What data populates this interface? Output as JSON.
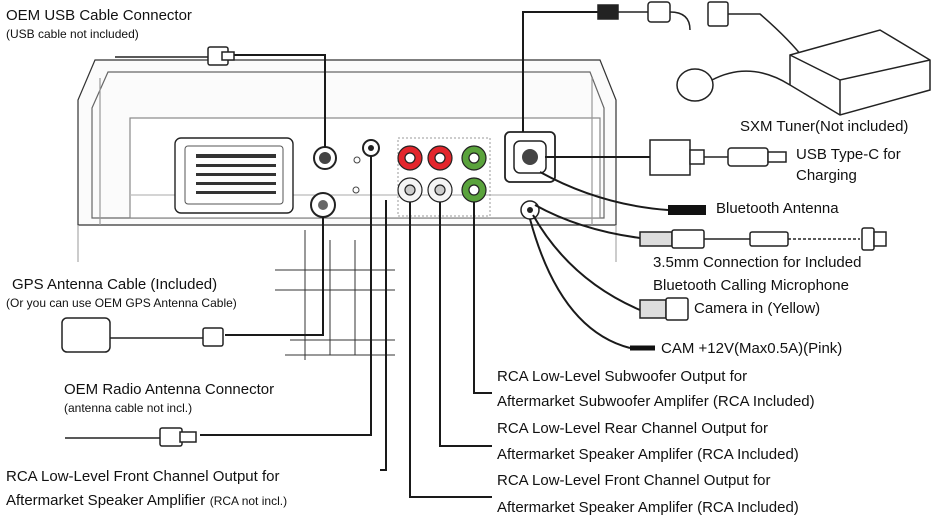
{
  "labels": {
    "oem_usb": {
      "title": "OEM USB Cable Connector",
      "note": "(USB cable not included)"
    },
    "sxm": "SXM Tuner(Not included)",
    "usb_typec": {
      "line1": "USB Type-C for",
      "line2": "Charging"
    },
    "bluetooth_antenna": "Bluetooth Antenna",
    "mic": {
      "line1": "3.5mm Connection for Included",
      "line2": "Bluetooth Calling Microphone"
    },
    "camera_in": "Camera in (Yellow)",
    "cam_power": "CAM +12V(Max0.5A)(Pink)",
    "gps": {
      "title": "GPS Antenna Cable (Included)",
      "note": "(Or you can use OEM GPS Antenna Cable)"
    },
    "oem_radio": {
      "title": "OEM Radio Antenna Connector",
      "note": "(antenna cable not incl.)"
    },
    "rca_sub": {
      "line1": "RCA Low-Level Subwoofer Output for",
      "line2": "Aftermarket Subwoofer Amplifer (RCA Included)"
    },
    "rca_rear": {
      "line1": "RCA Low-Level Rear Channel Output for",
      "line2": "Aftermarket Speaker Amplifer (RCA Included)"
    },
    "rca_front_incl": {
      "line1": "RCA Low-Level Front Channel Output for",
      "line2": "Aftermarket Speaker Amplifer (RCA Included)"
    },
    "rca_front_notincl": {
      "line1": "RCA Low-Level Front Channel Output for",
      "line2": "Aftermarket Speaker Amplifier",
      "note": "(RCA not incl.)"
    }
  },
  "colors": {
    "rca_red": "#e3262c",
    "rca_green": "#5aa33c",
    "rca_white": "#f5f5f5",
    "line": "#1a1a1a"
  },
  "icons": [
    "usb-cable-icon",
    "sxm-tuner-icon",
    "usb-typec-cable-icon",
    "bluetooth-antenna-icon",
    "microphone-icon",
    "camera-plug-icon",
    "gps-antenna-icon",
    "radio-antenna-plug-icon"
  ]
}
